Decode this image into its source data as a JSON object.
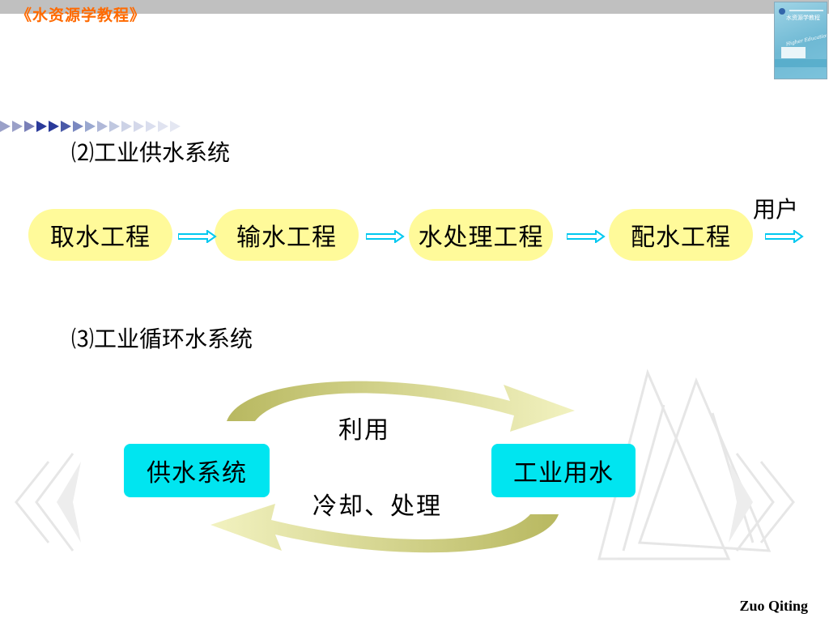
{
  "header": {
    "course_title": "《水资源学教程》",
    "cover_title": "水资源学教程"
  },
  "section2": {
    "heading": "⑵工业供水系统",
    "steps": [
      "取水工程",
      "输水工程",
      "水处理工程",
      "配水工程"
    ],
    "end_label": "用户",
    "pill_color": "#fffa9a",
    "arrow_color": "#00c8f0"
  },
  "section3": {
    "heading": "⑶工业循环水系统",
    "left_box": "供水系统",
    "right_box": "工业用水",
    "top_label": "利用",
    "bottom_label": "冷却、处理",
    "box_color": "#00e5f0",
    "cycle_arrow_color": "#cccc80"
  },
  "footer": {
    "author": "Zuo Qiting"
  },
  "colors": {
    "title_orange": "#ff6a00",
    "topbar_gray": "#c0c0c0"
  }
}
